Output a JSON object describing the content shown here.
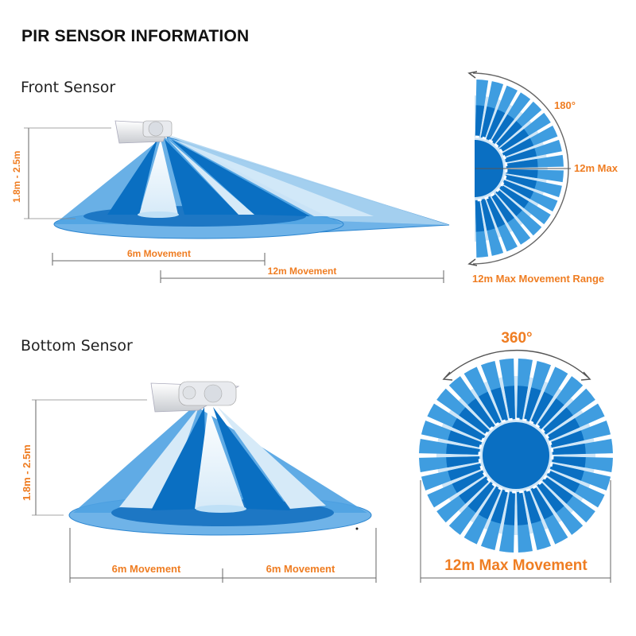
{
  "title": "PIR SENSOR INFORMATION",
  "front": {
    "label": "Front Sensor",
    "height": "1.8m  -  2.5m",
    "move_short": "6m  Movement",
    "move_long": "12m  Movement",
    "angle": "180°",
    "max": "12m Max",
    "range": "12m Max Movement Range"
  },
  "bottom": {
    "label": "Bottom Sensor",
    "height": "1.8m - 2.5m",
    "move_left": "6m Movement",
    "move_right": "6m Movement",
    "angle": "360°",
    "range": "12m Max Movement"
  },
  "colors": {
    "dark_blue": "#0a6fc2",
    "mid_blue": "#3f9de0",
    "light_blue": "#cfe6f7",
    "accent": "#ef7d22"
  }
}
